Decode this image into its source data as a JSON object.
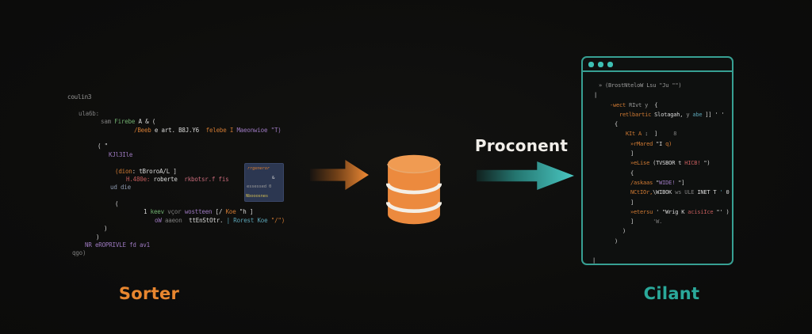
{
  "component": {
    "label": "Proconent"
  },
  "server": {
    "label": "Sorter",
    "lines": [
      {
        "ind": 0,
        "seg": [
          [
            "coulin3",
            "gray"
          ]
        ]
      },
      {
        "ind": 0,
        "seg": []
      },
      {
        "ind": 14,
        "seg": [
          [
            "ula6b:",
            "dgray"
          ]
        ]
      },
      {
        "ind": 42,
        "seg": [
          [
            "sam ",
            "dgray"
          ],
          [
            "Firebe",
            "green"
          ],
          [
            " A & (",
            "white"
          ]
        ]
      },
      {
        "ind": 84,
        "seg": [
          [
            "/Beeb",
            "orange"
          ],
          [
            " e art. B8J.Y6  ",
            "white"
          ],
          [
            "felebe I ",
            "orange"
          ],
          [
            "Maeonwioe \"T)",
            "purple"
          ]
        ]
      },
      {
        "ind": 0,
        "seg": []
      },
      {
        "ind": 38,
        "seg": [
          [
            "( \"",
            "white"
          ]
        ]
      },
      {
        "ind": 52,
        "seg": [
          [
            "KJl3Ile",
            "purple"
          ]
        ]
      },
      {
        "ind": 0,
        "seg": []
      },
      {
        "ind": 60,
        "seg": [
          [
            "(dion",
            "orange"
          ],
          [
            ": tBroroA/L ]",
            "white"
          ]
        ]
      },
      {
        "ind": 74,
        "seg": [
          [
            "H.480e:",
            "red"
          ],
          [
            " roberte  ",
            "white"
          ],
          [
            "rkbotsr.f fis",
            "pink"
          ]
        ]
      },
      {
        "ind": 54,
        "seg": [
          [
            "ud die",
            "grayblue"
          ]
        ]
      },
      {
        "ind": 0,
        "seg": []
      },
      {
        "ind": 60,
        "seg": [
          [
            "(",
            "white"
          ]
        ]
      },
      {
        "ind": 96,
        "seg": [
          [
            "1 ",
            "white"
          ],
          [
            "keev",
            "green"
          ],
          [
            " vçor ",
            "dgray"
          ],
          [
            "wostteen",
            "purple"
          ],
          [
            " [/ ",
            "white"
          ],
          [
            "Koe",
            "orange"
          ],
          [
            " \"h ]",
            "white"
          ]
        ]
      },
      {
        "ind": 110,
        "seg": [
          [
            "oW",
            "purple"
          ],
          [
            " aaeon  ",
            "dgray"
          ],
          [
            "ttEnStOtr. ",
            "white"
          ],
          [
            "| Rorest Koe",
            "teal"
          ],
          [
            " \"/\")",
            "orange"
          ]
        ]
      },
      {
        "ind": 46,
        "seg": [
          [
            ")",
            "white"
          ]
        ]
      },
      {
        "ind": 36,
        "seg": [
          [
            ")",
            "white"
          ]
        ]
      },
      {
        "ind": 22,
        "seg": [
          [
            "NR eROPRIVLE fd av1",
            "purple"
          ]
        ]
      },
      {
        "ind": 6,
        "seg": [
          [
            "qgo)",
            "dgray"
          ]
        ]
      }
    ]
  },
  "tooltip": {
    "lines": [
      {
        "ind": 3,
        "seg": [
          [
            "rrgeneror",
            "orange",
            true
          ]
        ]
      },
      {
        "ind": 34,
        "seg": [
          [
            "&",
            "white"
          ]
        ]
      },
      {
        "ind": 2,
        "seg": [
          [
            "essessed 0",
            "gray"
          ]
        ]
      },
      {
        "ind": 1,
        "seg": [
          [
            "Nbooosnes",
            "yellow"
          ]
        ]
      }
    ]
  },
  "client": {
    "label": "Cilant",
    "lines": [
      {
        "ind": 8,
        "seg": [
          [
            "» (BrostNteloW Lsu \"Ju \"\")",
            "gray"
          ]
        ]
      },
      {
        "ind": 2,
        "seg": [
          [
            "|",
            "white"
          ]
        ]
      },
      {
        "ind": 22,
        "seg": [
          [
            "-wect",
            "orange"
          ],
          [
            " RIvt y",
            "gray"
          ],
          [
            "  {",
            "white"
          ]
        ]
      },
      {
        "ind": 34,
        "seg": [
          [
            "retlbartic ",
            "orange"
          ],
          [
            "Slotagah,",
            "white"
          ],
          [
            " y ",
            "gray"
          ],
          [
            "abe",
            "teal"
          ],
          [
            " ]] ' '",
            "white"
          ]
        ]
      },
      {
        "ind": 28,
        "seg": [
          [
            "{",
            "white"
          ]
        ]
      },
      {
        "ind": 42,
        "seg": [
          [
            "KIt A",
            "orange"
          ],
          [
            " :  ]",
            "white"
          ],
          [
            "     8",
            "dgray"
          ]
        ]
      },
      {
        "ind": 48,
        "seg": [
          [
            "»rMared",
            "orange"
          ],
          [
            " \"I ",
            "white"
          ],
          [
            "q)",
            "orange"
          ]
        ]
      },
      {
        "ind": 48,
        "seg": [
          [
            "]",
            "white"
          ]
        ]
      },
      {
        "ind": 48,
        "seg": [
          [
            "»eLise",
            "orange"
          ],
          [
            " (TVSBOR t ",
            "white"
          ],
          [
            "HICB!",
            "red"
          ],
          [
            " \")",
            "white"
          ]
        ]
      },
      {
        "ind": 48,
        "seg": [
          [
            "{",
            "white"
          ]
        ]
      },
      {
        "ind": 48,
        "seg": [
          [
            "/askaas",
            "orange"
          ],
          [
            " \"",
            "white"
          ],
          [
            "WIDE!",
            "purple"
          ],
          [
            " \"]",
            "white"
          ]
        ]
      },
      {
        "ind": 48,
        "seg": [
          [
            "NCtIOr,",
            "orange"
          ],
          [
            "\\WIBOK",
            "white"
          ],
          [
            " ws ULE ",
            "dgray"
          ],
          [
            "INET T",
            "white"
          ],
          [
            " ' ",
            "teal"
          ],
          [
            "0",
            "white"
          ]
        ]
      },
      {
        "ind": 48,
        "seg": [
          [
            "]",
            "white"
          ]
        ]
      },
      {
        "ind": 48,
        "seg": [
          [
            "»etersu",
            "orange"
          ],
          [
            " ' \"",
            "white"
          ],
          [
            "Wrig K ",
            "white"
          ],
          [
            "acisiIce",
            "red"
          ],
          [
            " \"' )",
            "white"
          ]
        ]
      },
      {
        "ind": 48,
        "seg": [
          [
            "]",
            "white"
          ],
          [
            "      'W.",
            "dgray"
          ]
        ]
      },
      {
        "ind": 38,
        "seg": [
          [
            ")",
            "white"
          ]
        ]
      },
      {
        "ind": 28,
        "seg": [
          [
            ")",
            "white"
          ]
        ]
      },
      {
        "ind": 0,
        "seg": []
      },
      {
        "ind": 0,
        "seg": [
          [
            "|",
            "white"
          ]
        ]
      }
    ]
  },
  "database": {
    "name": "database-cylinder"
  },
  "palette": {
    "gray": "#9a9a9a",
    "dgray": "#7d7d7d",
    "white": "#d9d9d9",
    "orange": "#d07a33",
    "red": "#c25b5b",
    "pink": "#c76a7a",
    "purple": "#9d79c0",
    "green": "#6fae6f",
    "teal": "#5aa3b5",
    "yellow": "#cdb953",
    "grayblue": "#8e9ab0"
  },
  "colors": {
    "background": "#0d0d0c",
    "server_accent": "#e8862f",
    "client_accent": "#2aa89a",
    "window_border": "#37a093",
    "window_dot": "#3ec0b4",
    "database_orange": "#ec8a3e",
    "arrow_orange_end": "#ef8a35",
    "arrow_teal_end": "#4ac8c3",
    "component_text": "#f1eee9",
    "tooltip_background": "#2c3751"
  }
}
